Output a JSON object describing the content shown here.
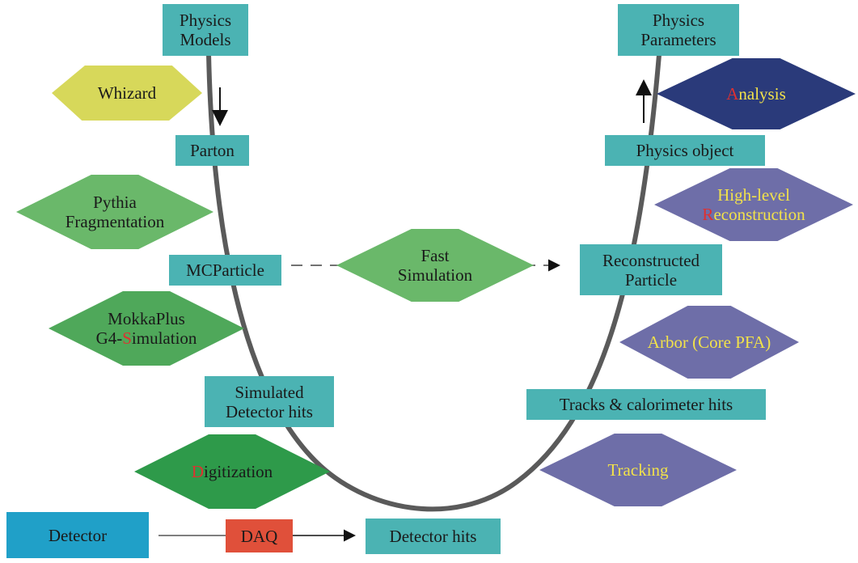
{
  "colors": {
    "box_teal": "#4bb3b3",
    "box_detector": "#20a0c8",
    "box_daq": "#e0503a",
    "curve": "#5a5a5a",
    "diamond_yellow": "#d7d85a",
    "diamond_green_light": "#6ab86a",
    "diamond_green_mid": "#4fa85a",
    "diamond_green_dark": "#2e9a4a",
    "diamond_navy": "#2a3a7a",
    "diamond_purple": "#6e6ea8",
    "text_red": "#e03030",
    "text_yellow": "#f2e24a"
  },
  "boxes": {
    "physics_models": "Physics\nModels",
    "parton": "Parton",
    "mcparticle": "MCParticle",
    "simulated_hits": "Simulated\nDetector hits",
    "detector": "Detector",
    "daq": "DAQ",
    "detector_hits": "Detector hits",
    "physics_parameters": "Physics\nParameters",
    "physics_object": "Physics object",
    "reconstructed_particle": "Reconstructed\nParticle",
    "tracks_hits": "Tracks & calorimeter hits"
  },
  "diamonds": {
    "whizard": "Whizard",
    "pythia": "Pythia\nFragmentation",
    "mokka_line1": "MokkaPlus",
    "mokka_line2_pre": "G4-",
    "mokka_line2_hl": "S",
    "mokka_line2_post": "imulation",
    "digitization_hl": "D",
    "digitization_rest": "igitization",
    "fast_sim": "Fast\nSimulation",
    "analysis_hl": "A",
    "analysis_rest": "nalysis",
    "highlevel_line1": "High-level",
    "highlevel_hl": "R",
    "highlevel_rest": "econstruction",
    "arbor": "Arbor (Core PFA)",
    "tracking": "Tracking"
  }
}
